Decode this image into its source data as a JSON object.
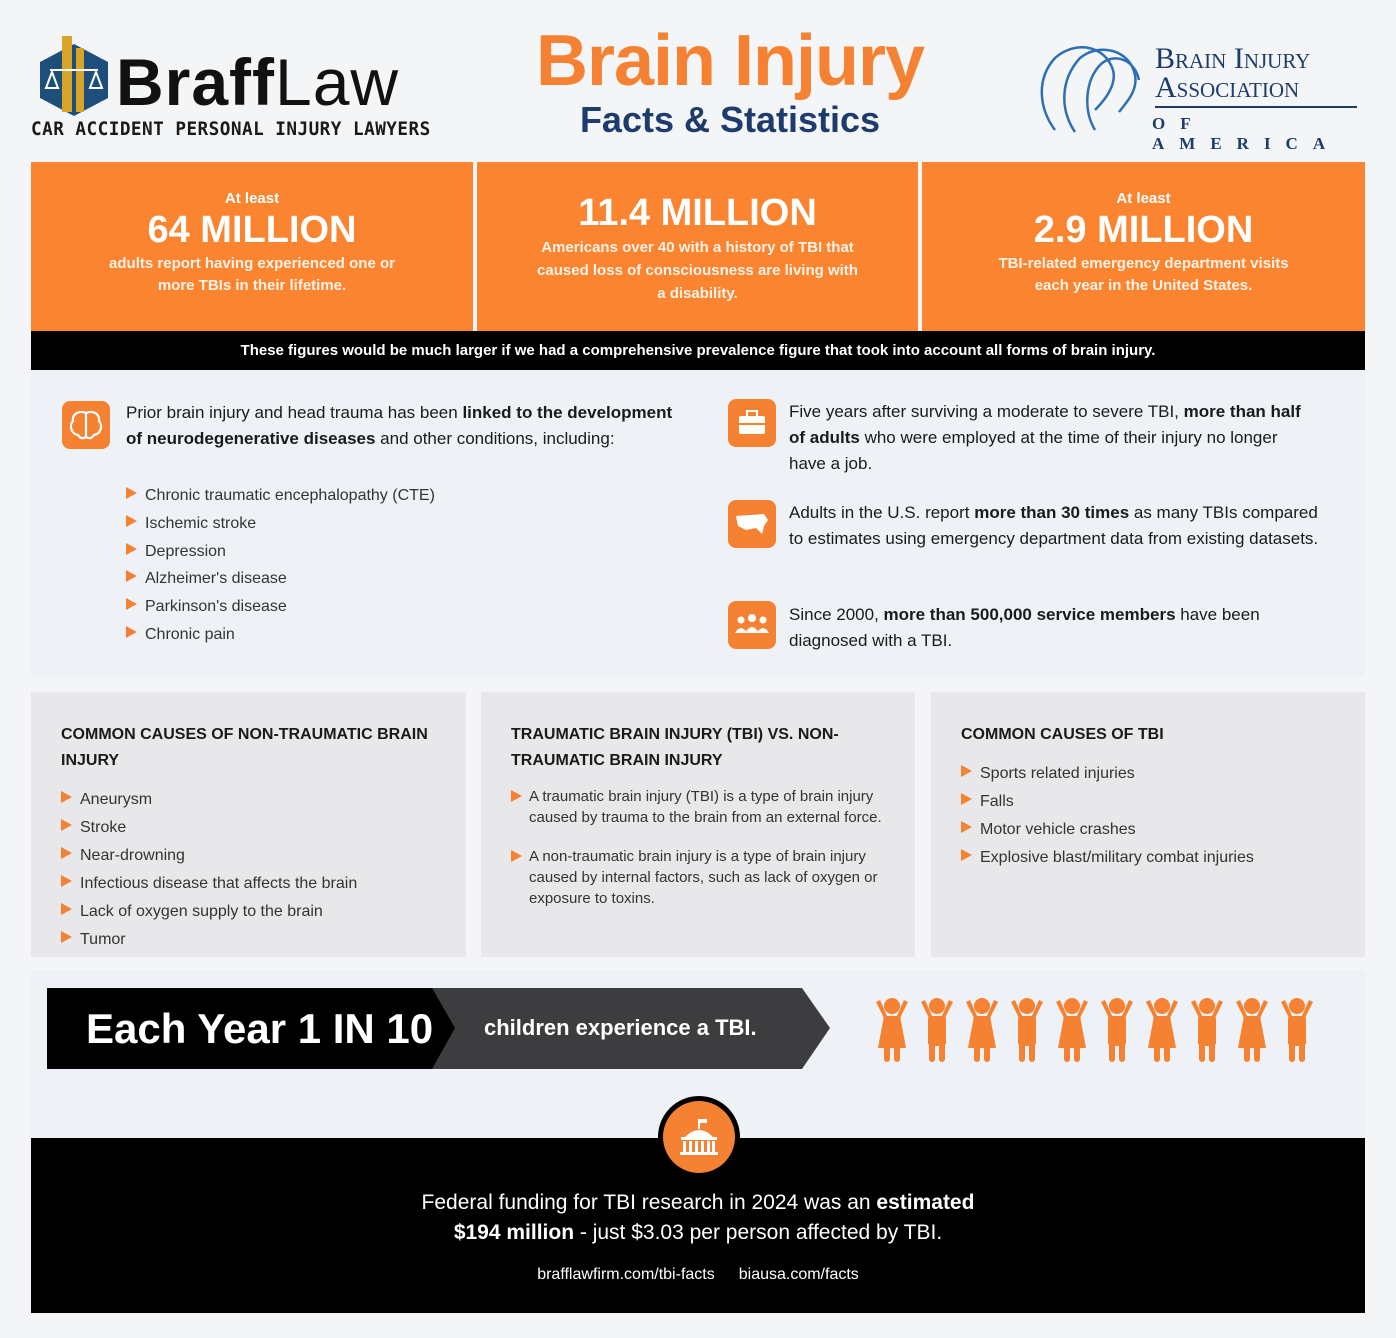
{
  "header": {
    "braff_logo_text": "BraffLaw",
    "braff_tagline": "CAR ACCIDENT PERSONAL INJURY LAWYERS",
    "title": "Brain Injury",
    "subtitle": "Facts & Statistics",
    "bia_line1": "Brain Injury",
    "bia_line2": "Association",
    "bia_line3": "OF AMERICA"
  },
  "stats": [
    {
      "pre": "At least",
      "value": "64 MILLION",
      "desc": "adults report having experienced one or more TBIs in their lifetime."
    },
    {
      "pre": "",
      "value": "11.4 MILLION",
      "desc": "Americans over 40 with a history of TBI that caused loss of consciousness are living with a disability."
    },
    {
      "pre": "At least",
      "value": "2.9 MILLION",
      "desc": "TBI-related emergency department visits each year in the United States."
    }
  ],
  "banner": "These figures would be much larger if we had a comprehensive prevalence figure that took into account all forms of brain injury.",
  "facts": {
    "left": {
      "t1": "Prior brain injury and head trauma has been ",
      "b1": "linked to the development of neurodegenerative diseases",
      "t2": " and other conditions, including:",
      "items": [
        "Chronic traumatic encephalopathy (CTE)",
        "Ischemic stroke",
        "Depression",
        "Alzheimer's disease",
        "Parkinson's disease",
        "Chronic pain"
      ]
    },
    "right": [
      {
        "t1": "Five years after surviving a moderate to severe TBI, ",
        "b1": "more than half of adults",
        "t2": " who were employed at the time of their injury no longer have a job.",
        "icon": "briefcase-icon"
      },
      {
        "t1": "Adults in the U.S. report ",
        "b1": "more than 30 times",
        "t2": " as many TBIs compared to estimates using emergency department data from existing datasets.",
        "icon": "usa-map-icon"
      },
      {
        "t1": "Since 2000, ",
        "b1": "more than 500,000 service members",
        "t2": " have been diagnosed with a TBI.",
        "icon": "group-icon"
      }
    ]
  },
  "cards": [
    {
      "title": "COMMON CAUSES OF NON-TRAUMATIC BRAIN INJURY",
      "items": [
        "Aneurysm",
        "Stroke",
        "Near-drowning",
        "Infectious disease that affects the brain",
        "Lack of oxygen supply to the brain",
        "Tumor"
      ]
    },
    {
      "title": "TRAUMATIC BRAIN INJURY (TBI) VS. NON-TRAUMATIC BRAIN INJURY",
      "paras": [
        "A traumatic brain injury (TBI) is a type of brain injury caused by trauma to the brain from an external force.",
        "A non-traumatic brain injury is a type of brain injury caused by internal factors, such as lack of oxygen or exposure to toxins."
      ]
    },
    {
      "title": "COMMON CAUSES OF TBI",
      "items": [
        "Sports related injuries",
        "Falls",
        "Motor vehicle crashes",
        "Explosive blast/military combat injuries"
      ]
    }
  ],
  "children": {
    "headline": "Each Year 1 IN 10",
    "text": "children experience a TBI.",
    "count_affected": 10,
    "total": 10
  },
  "footer": {
    "t1": "Federal funding for TBI research in 2024 was an ",
    "b1": "estimated",
    "b2": "$194 million",
    "t2": " - just $3.03 per person affected by TBI.",
    "link1": "brafflawfirm.com/tbi-facts",
    "link2": "biausa.com/facts"
  },
  "colors": {
    "accent": "#f58232",
    "navy": "#1d3b6b",
    "gold": "#d8a52a"
  }
}
